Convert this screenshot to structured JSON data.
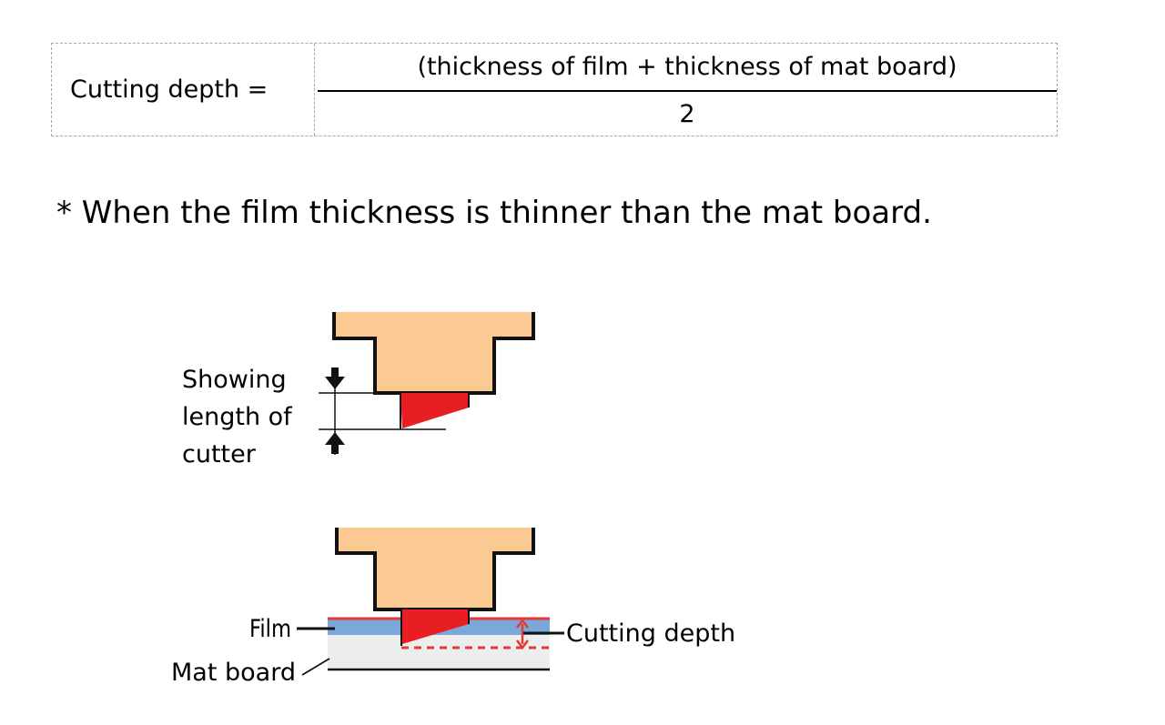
{
  "formula": {
    "lhs": "Cutting depth =",
    "numerator": "(thickness of film + thickness of mat board)",
    "denominator": "2"
  },
  "note": "* When the film thickness is thinner than the mat board.",
  "diagram": {
    "top": {
      "label_lines": [
        "Showing",
        "length of",
        "cutter"
      ]
    },
    "bottom": {
      "film_label": "Film",
      "mat_label": "Mat board",
      "depth_label": "Cutting depth"
    },
    "colors": {
      "holder": "#fbca92",
      "blade": "#e91e23",
      "film": "#7ba7db",
      "film_edge": "#e53935",
      "mat": "#eceeee",
      "outline": "#111111"
    }
  }
}
